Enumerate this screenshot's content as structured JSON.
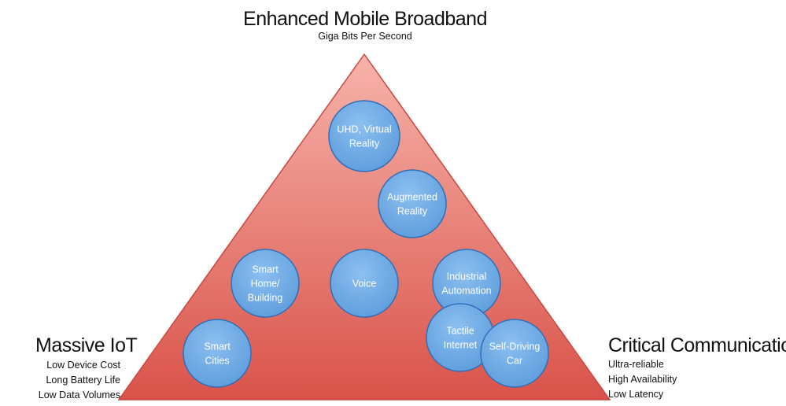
{
  "top": {
    "title": "Enhanced Mobile Broadband",
    "lines": [
      "Giga Bits Per Second"
    ]
  },
  "left": {
    "title": "Massive IoT",
    "lines": [
      "Low Device Cost",
      "Long Battery Life",
      "Low Data Volumes"
    ]
  },
  "right": {
    "title": "Critical Communication",
    "lines": [
      "Ultra-reliable",
      "High Availability",
      "Low Latency"
    ]
  },
  "colors": {
    "triangle_top": "#f7b3aa",
    "triangle_bottom": "#d9534a",
    "circle_fill": "#74aee6",
    "circle_stroke": "#2f6fb8",
    "text": "#111111"
  },
  "use_cases": [
    {
      "id": "uhd",
      "lines": [
        "UHD, Virtual",
        "Reality"
      ]
    },
    {
      "id": "ar",
      "lines": [
        "Augmented",
        "Reality"
      ]
    },
    {
      "id": "smart-home",
      "lines": [
        "Smart",
        "Home/",
        "Building"
      ]
    },
    {
      "id": "voice",
      "lines": [
        "Voice"
      ]
    },
    {
      "id": "industrial",
      "lines": [
        "Industrial",
        "Automation"
      ]
    },
    {
      "id": "smart-cities",
      "lines": [
        "Smart",
        "Cities"
      ]
    },
    {
      "id": "tactile",
      "lines": [
        "Tactile",
        "Internet"
      ]
    },
    {
      "id": "self-driving",
      "lines": [
        "Self-Driving",
        "Car"
      ]
    }
  ]
}
